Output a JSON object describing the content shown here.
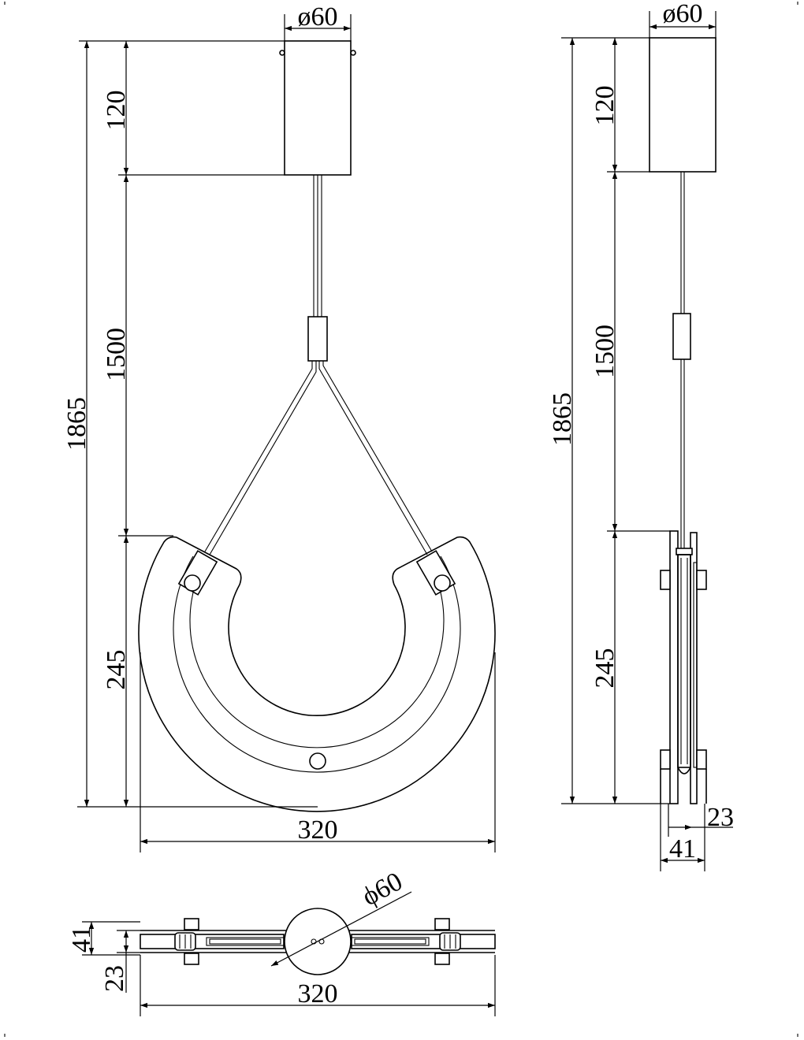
{
  "front_view": {
    "dim_canopy_diameter": "ø60",
    "dim_canopy_height": "120",
    "dim_cable_length": "1500",
    "dim_total_height": "1865",
    "dim_ring_height": "245",
    "dim_width": "320"
  },
  "side_view": {
    "dim_canopy_diameter": "ø60",
    "dim_canopy_height": "120",
    "dim_cable_length": "1500",
    "dim_total_height": "1865",
    "dim_ring_height": "245",
    "dim_depth_inner": "23",
    "dim_depth_outer": "41"
  },
  "top_view": {
    "dim_canopy_diameter": "ϕ60",
    "dim_depth_outer": "41",
    "dim_depth_inner": "23",
    "dim_width": "320"
  }
}
